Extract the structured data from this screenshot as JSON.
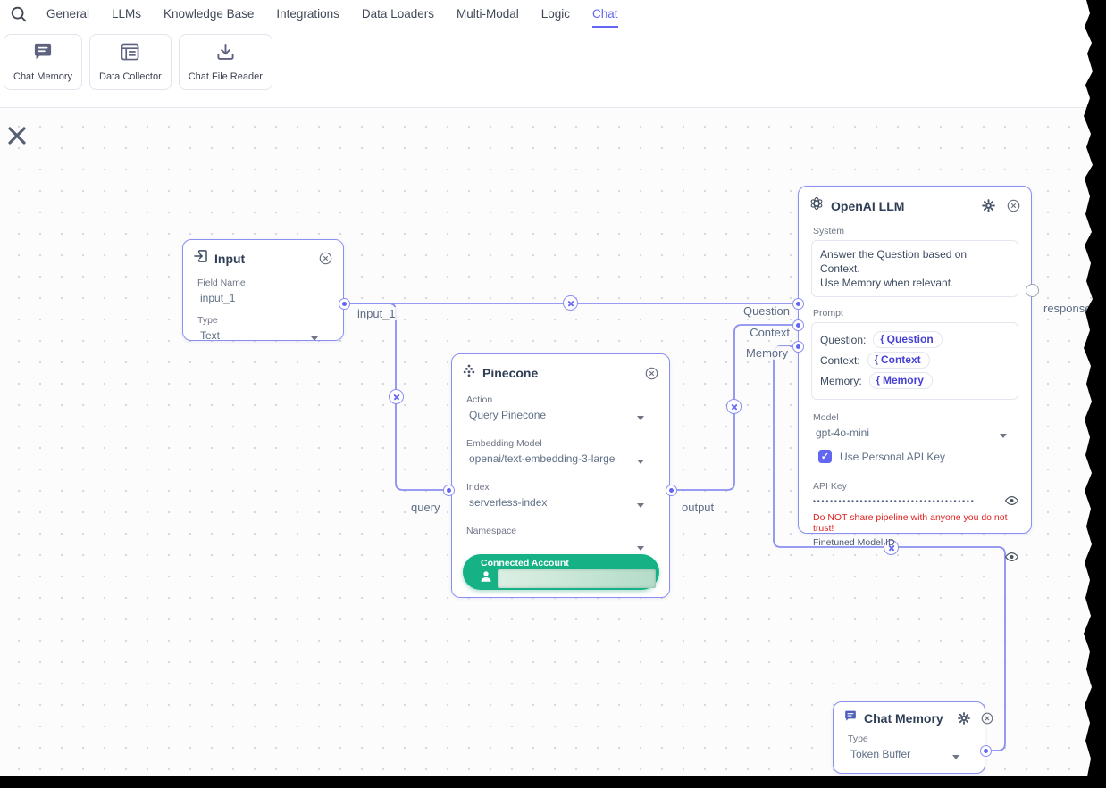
{
  "nav": {
    "tabs": [
      "General",
      "LLMs",
      "Knowledge Base",
      "Integrations",
      "Data Loaders",
      "Multi-Modal",
      "Logic",
      "Chat"
    ],
    "active_tab": "Chat"
  },
  "palette": {
    "cards": [
      {
        "icon": "chat-bubble-icon",
        "label": "Chat Memory"
      },
      {
        "icon": "table-icon",
        "label": "Data Collector"
      },
      {
        "icon": "download-icon",
        "label": "Chat File Reader"
      }
    ]
  },
  "nodes": {
    "input": {
      "title": "Input",
      "field_name_label": "Field Name",
      "field_name_value": "input_1",
      "type_label": "Type",
      "type_value": "Text"
    },
    "pinecone": {
      "title": "Pinecone",
      "action_label": "Action",
      "action_value": "Query Pinecone",
      "embedding_model_label": "Embedding Model",
      "embedding_model_value": "openai/text-embedding-3-large",
      "index_label": "Index",
      "index_value": "serverless-index",
      "namespace_label": "Namespace",
      "namespace_value": "",
      "connected_account_label": "Connected Account"
    },
    "openai": {
      "title": "OpenAI LLM",
      "system_label": "System",
      "system_line1": "Answer the Question based on Context.",
      "system_line2": "Use Memory when relevant.",
      "prompt_label": "Prompt",
      "chip_brace": "{",
      "prompt_rows": [
        {
          "key": "Question:",
          "chip": "Question"
        },
        {
          "key": "Context:",
          "chip": "Context"
        },
        {
          "key": "Memory:",
          "chip": "Memory"
        }
      ],
      "model_label": "Model",
      "model_value": "gpt-4o-mini",
      "use_personal_api_key_label": "Use Personal API Key",
      "checkbox_checked": "✓",
      "api_key_label": "API Key",
      "api_key_masked": "••••••••••••••••••••••••••••••••••••••",
      "warning": "Do NOT share pipeline with anyone you do not trust!",
      "finetuned_model_id_label": "Finetuned Model ID"
    },
    "chat_memory": {
      "title": "Chat Memory",
      "type_label": "Type",
      "type_value": "Token Buffer"
    }
  },
  "edge_labels": {
    "input_output": "input_1",
    "pinecone_query": "query",
    "pinecone_output": "output",
    "openai_question": "Question",
    "openai_context": "Context",
    "openai_memory": "Memory",
    "openai_response": "response"
  },
  "colors": {
    "accent": "#6366f1",
    "edge": "#8a8ff0",
    "node_border": "#8a8ff0",
    "connected_green": "#16b286",
    "warning_red": "#e01f1f"
  }
}
